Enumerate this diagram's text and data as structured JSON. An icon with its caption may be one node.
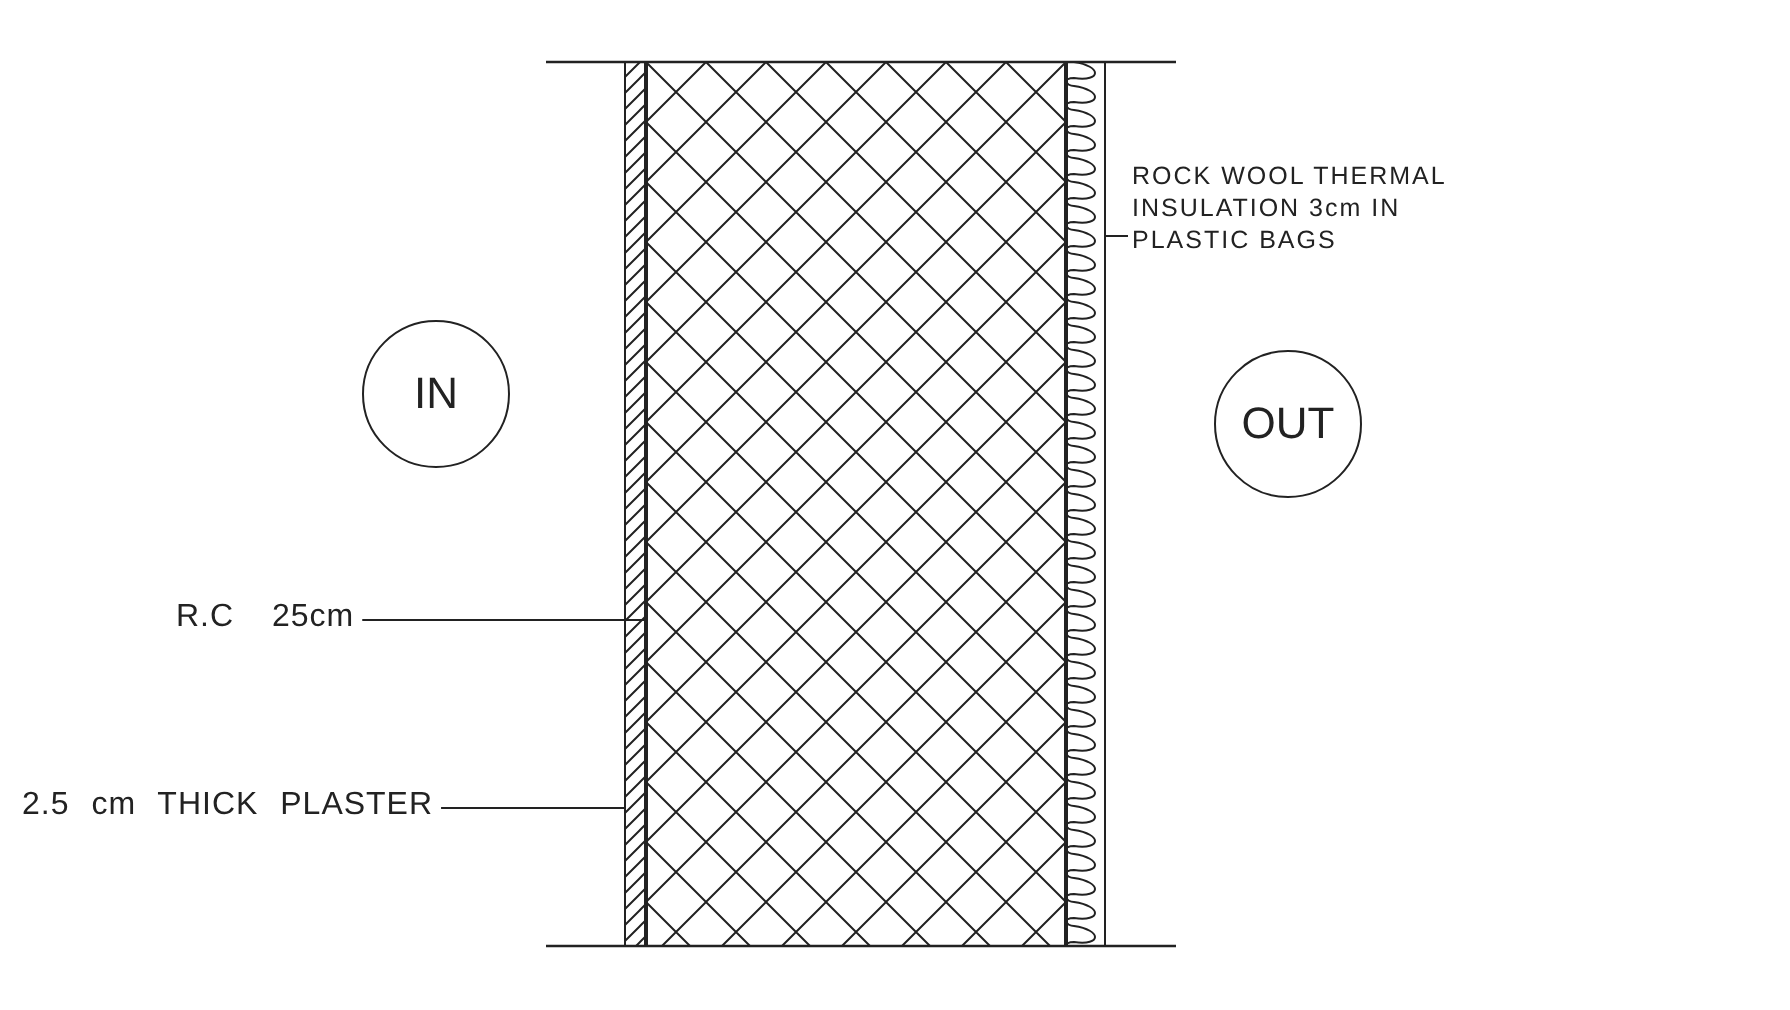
{
  "diagram": {
    "nodes": [
      {
        "text": [
          "IN"
        ]
      },
      {
        "text": [
          "ROCK WOOL THERMAL INSULATION 3cm IN PLASTIC BAGS"
        ]
      },
      {
        "text": [
          "OUT"
        ]
      },
      {
        "text": [
          "R.C 25cm"
        ]
      },
      {
        "text": [
          "2.5 cm THICK PLASTER"
        ]
      },
      {
        "text": [],
        "shape": "box"
      },
      {
        "text": [],
        "shape": "box"
      },
      {
        "text": [],
        "shape": "box"
      }
    ],
    "edges": [
      {
        "from": 1,
        "to": 7,
        "arrow": "none"
      },
      {
        "from": 3,
        "to": 6,
        "arrow": "none"
      },
      {
        "from": 4,
        "to": 5,
        "arrow": "none"
      }
    ]
  }
}
